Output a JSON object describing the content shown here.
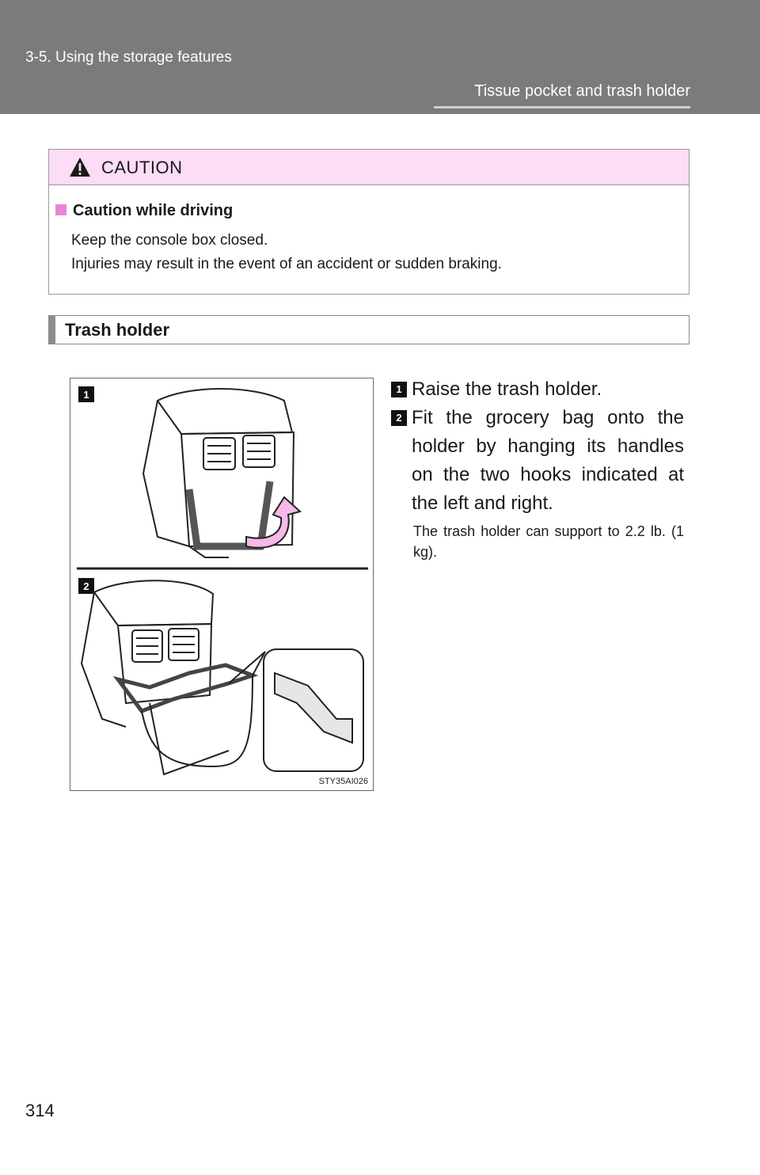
{
  "header": {
    "section": "3-5. Using the storage features",
    "title": "Tissue pocket and  trash holder"
  },
  "caution": {
    "label": "CAUTION",
    "subheading": "Caution while driving",
    "lines": [
      "Keep the console box closed.",
      "Injuries may result in the event of an accident or sudden braking."
    ]
  },
  "section": {
    "heading": "Trash holder"
  },
  "figure": {
    "markers": [
      "1",
      "2"
    ],
    "code": "STY35AI026"
  },
  "steps": [
    {
      "num": "1",
      "text": "Raise the trash holder."
    },
    {
      "num": "2",
      "text": "Fit the grocery bag onto the holder by hanging its handles on the two hooks indicated at the left and right."
    }
  ],
  "note": "The trash holder can support to 2.2 lb. (1 kg).",
  "page_number": "314",
  "colors": {
    "header_band": "#7b7b7b",
    "caution_header": "#fcdcf6",
    "caution_square": "#e884d4",
    "arrow_fill": "#f6b9e8"
  },
  "icons": [
    "warning-triangle-icon",
    "raise-arrow-icon"
  ]
}
